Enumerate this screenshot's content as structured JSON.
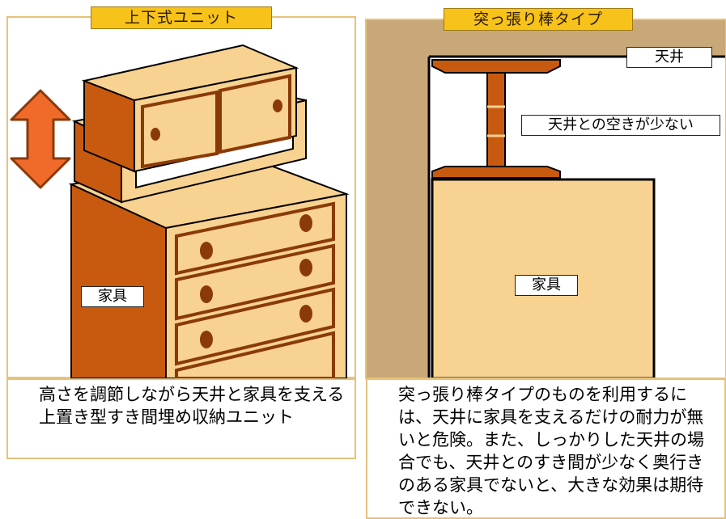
{
  "left_panel": {
    "title": "上下式ユニット",
    "furniture_label": "家具",
    "caption": "高さを調節しながら天井と家具を支える上置き型すき間埋め収納ユニット"
  },
  "right_panel": {
    "title": "突っ張り棒タイプ",
    "ceiling_label": "天井",
    "gap_label": "天井との空きが少ない",
    "furniture_label": "家具",
    "caption": "突っ張り棒タイプのものを利用するには、天井に家具を支えるだけの耐力が無いと危険。また、しっかりした天井の場合でも、天井とのすき間が少なく奥行きのある家具でないと、大きな効果は期待できない。"
  },
  "colors": {
    "wood_light": "#f8d290",
    "wood_dark": "#c85a10",
    "arrow": "#f06a2a",
    "ceiling_wall": "#c8a878",
    "title_bg": "#f7c21a",
    "frame": "#e6c27a"
  }
}
